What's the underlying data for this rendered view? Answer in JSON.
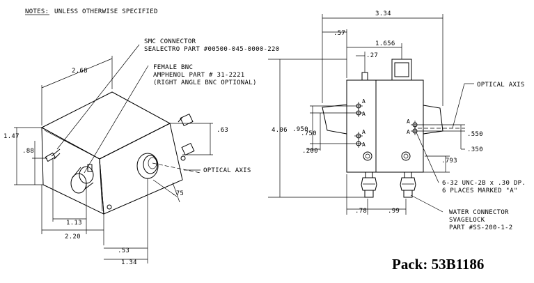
{
  "notes": {
    "prefix": "NOTES:",
    "text": "UNLESS OTHERWISE SPECIFIED"
  },
  "callouts": {
    "smc_title": "SMC CONNECTOR",
    "smc_part": "SEALECTRO PART #00500-045-0000-220",
    "bnc_title": "FEMALE BNC",
    "bnc_part": "AMPHENOL PART # 31-2221",
    "bnc_note": "(RIGHT ANGLE BNC OPTIONAL)",
    "optical_axis": "OPTICAL AXIS",
    "tap_line1": "6-32 UNC-2B x .30 DP.",
    "tap_line2": "6 PLACES MARKED \"A\"",
    "water_line1": "WATER CONNECTOR",
    "water_line2": "SVAGELOCK",
    "water_line3": "PART #SS-200-1-2",
    "marker_a": "A"
  },
  "iso_dims": {
    "d268": "2.68",
    "d147": "1.47",
    "d88": ".88",
    "d63": ".63",
    "d75": ".75",
    "d113": "1.13",
    "d220": "2.20",
    "d53": ".53",
    "d134": "1.34"
  },
  "front_dims": {
    "d334": "3.34",
    "d57": ".57",
    "d1656": "1.656",
    "d27": ".27",
    "d406": "4.06",
    "d950": ".950",
    "d750": ".750",
    "d200": ".200",
    "d550": ".550",
    "d350": ".350",
    "d793": ".793",
    "d78": ".78",
    "d99": ".99"
  },
  "pack_label": "Pack: 53B1186"
}
